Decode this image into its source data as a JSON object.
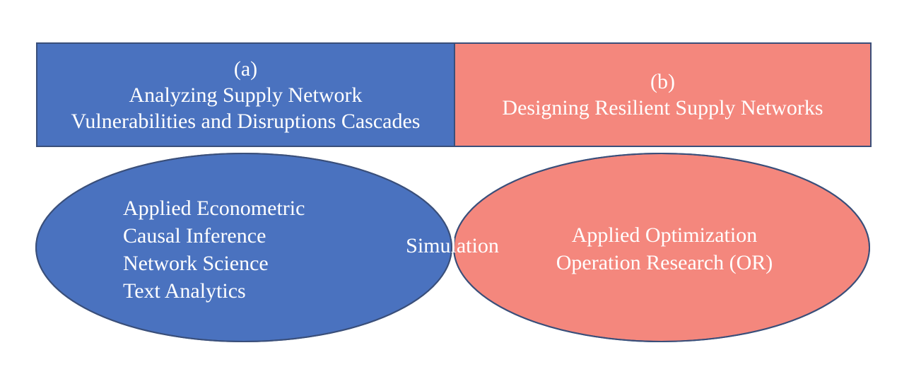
{
  "panels": {
    "a": {
      "tag": "(a)",
      "line1": "Analyzing Supply Network",
      "line2": "Vulnerabilities and Disruptions Cascades",
      "color": "#4a72bf"
    },
    "b": {
      "tag": "(b)",
      "line1": "Designing Resilient Supply Networks",
      "color": "#f4877d"
    }
  },
  "venn": {
    "left_items": [
      "Applied Econometric",
      "Causal Inference",
      "Network Science",
      "Text Analytics"
    ],
    "center_item": "Simulation",
    "right_items": [
      "Applied Optimization",
      "Operation Research (OR)"
    ],
    "colors": {
      "left": "#4a72bf",
      "right": "#f4877d",
      "overlap": "#a64a5f",
      "outline": "#3a4f7a"
    }
  }
}
